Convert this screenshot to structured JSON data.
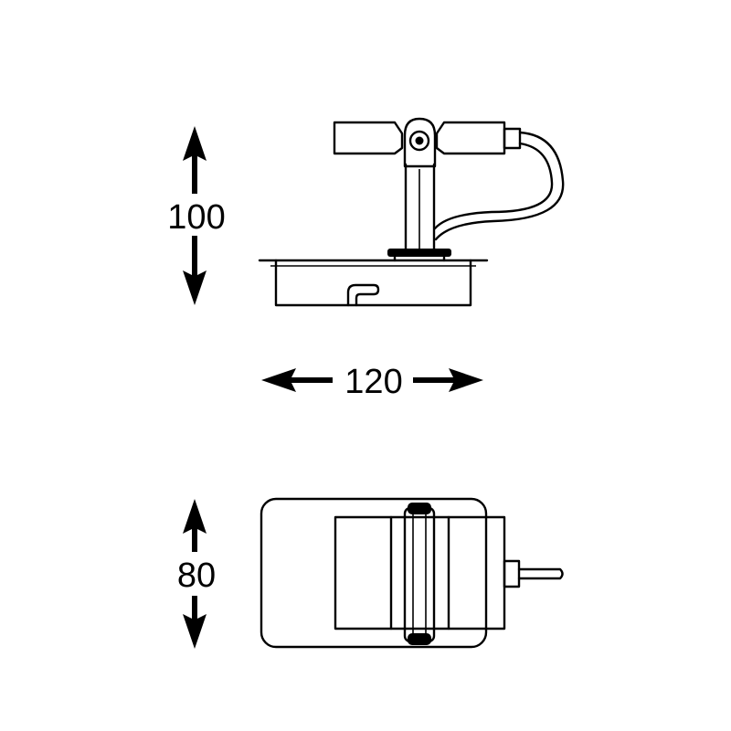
{
  "dimensions": {
    "height": "100",
    "width": "120",
    "depth": "80"
  },
  "colors": {
    "line": "#000000",
    "background": "#ffffff"
  }
}
